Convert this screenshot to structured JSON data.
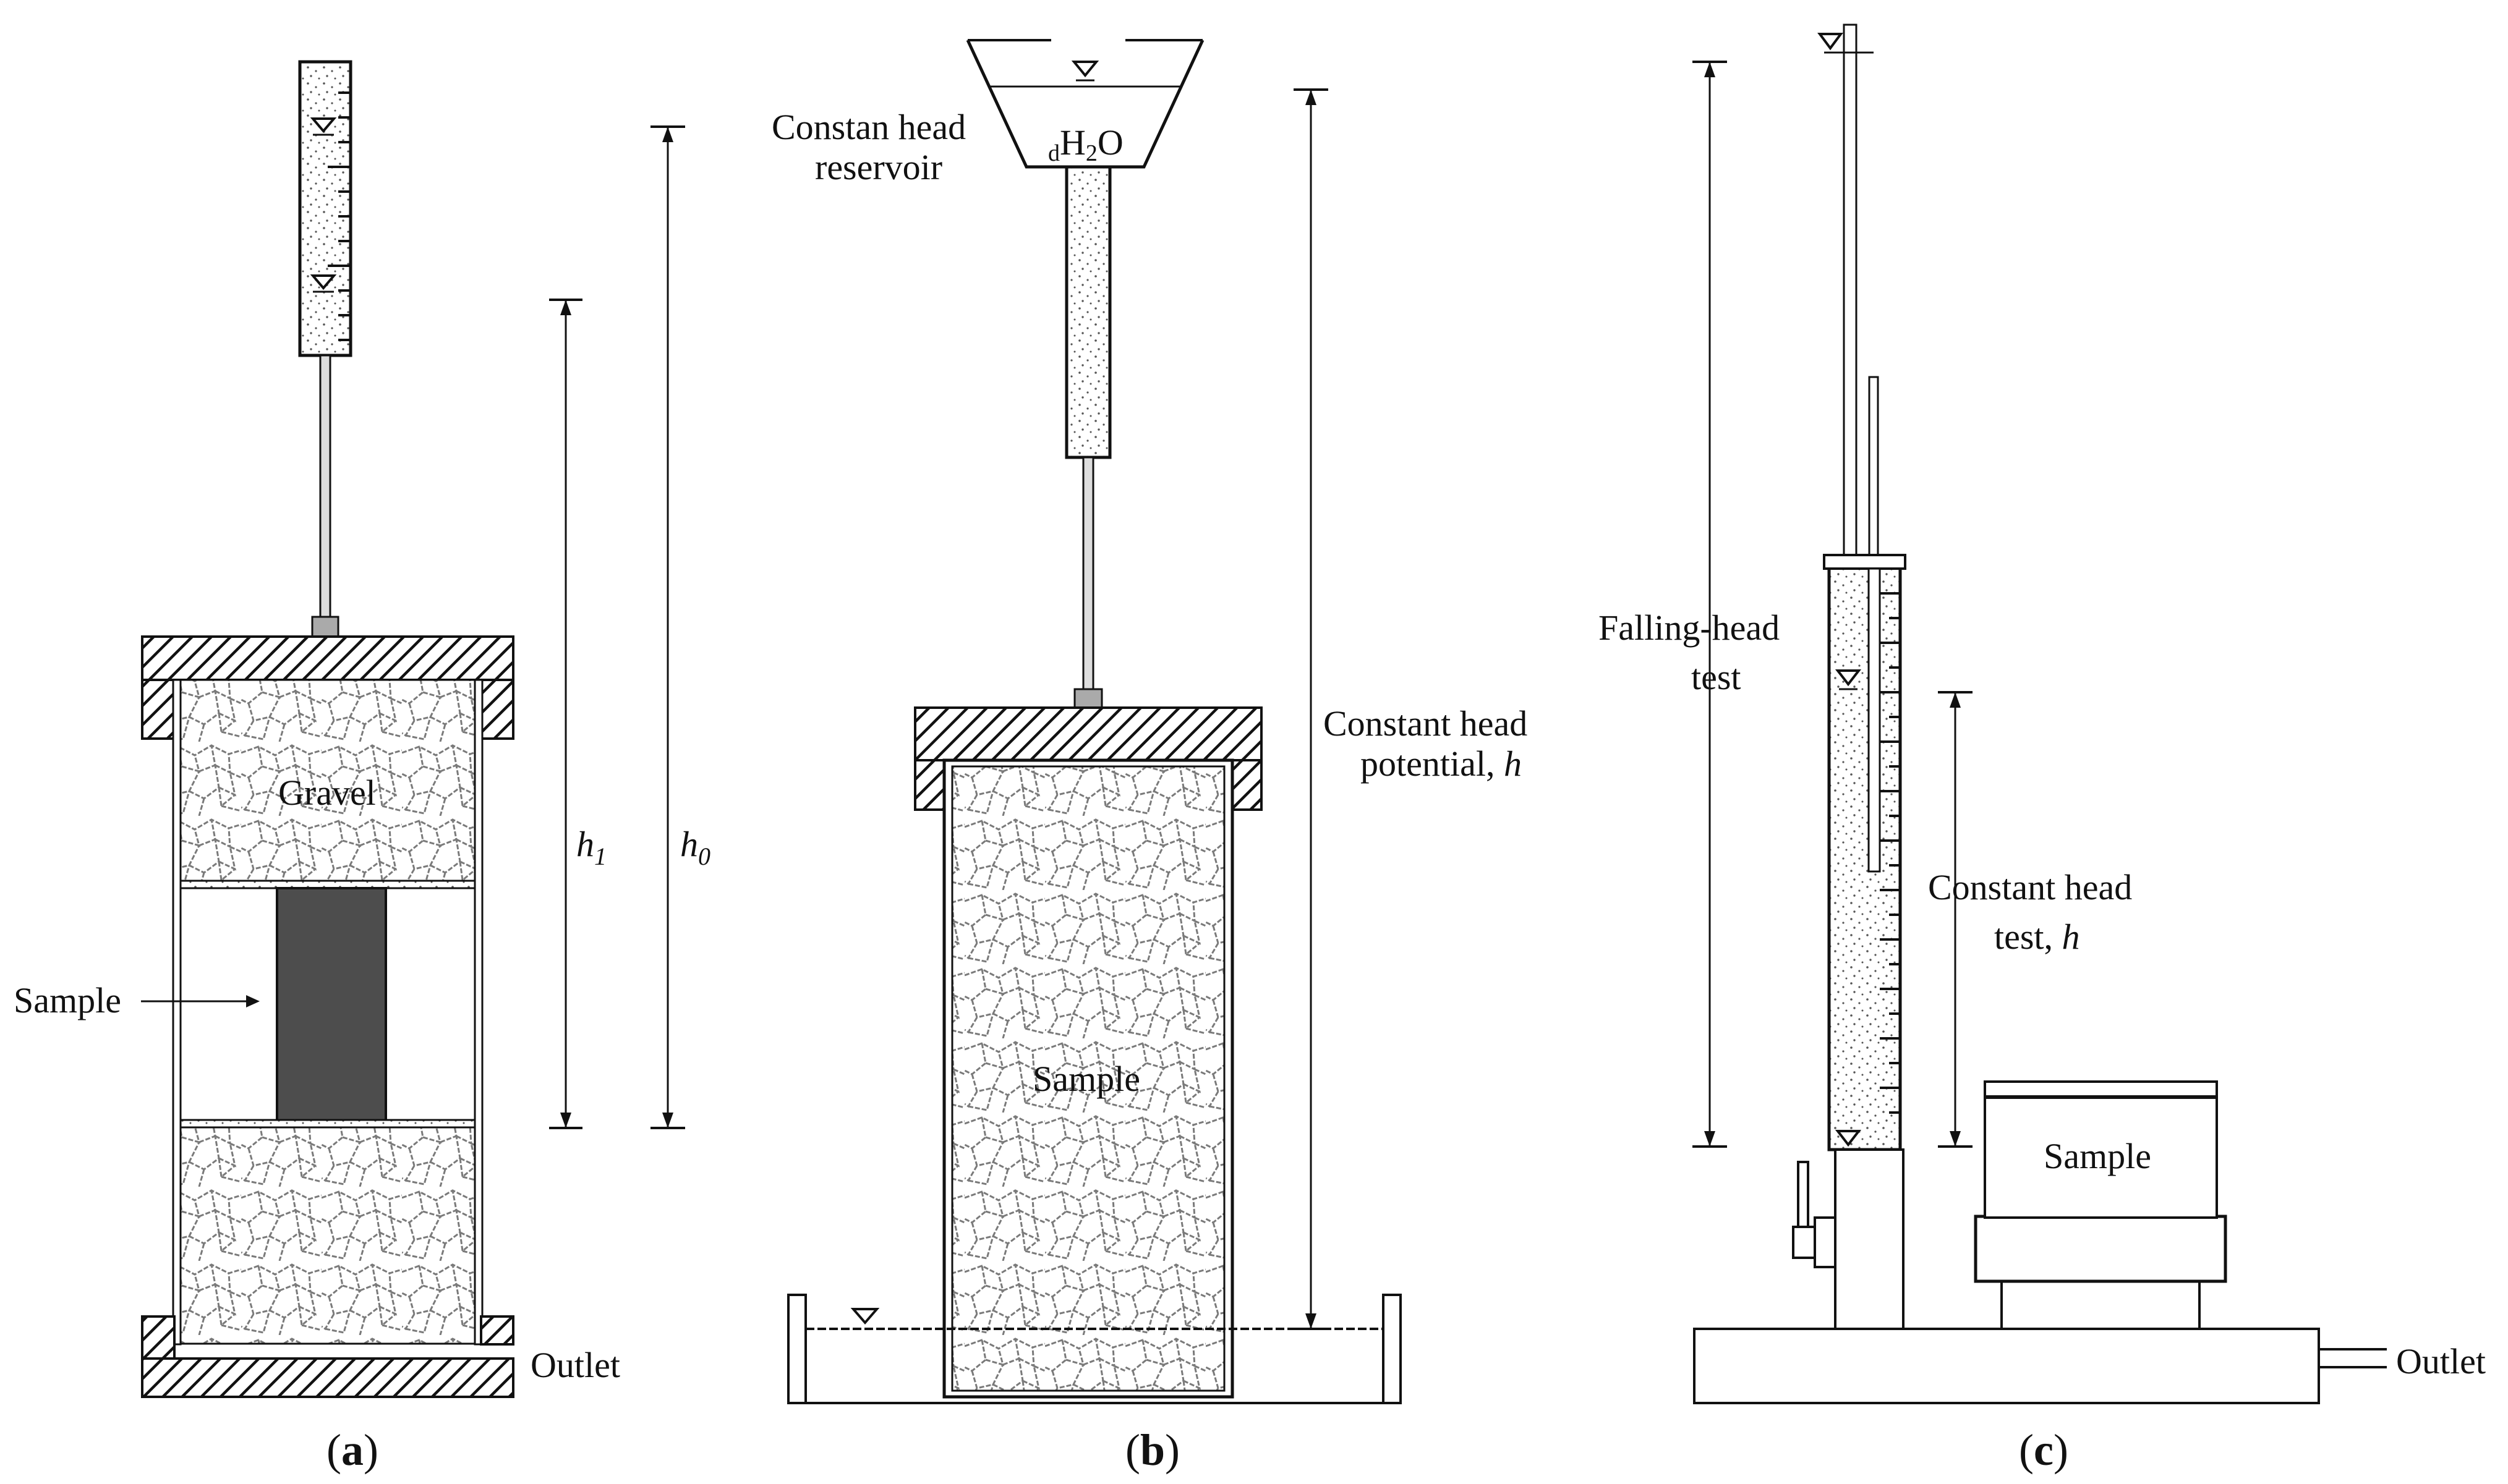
{
  "panel_a": {
    "caption_open": "(",
    "caption_letter": "a",
    "caption_close": ")",
    "gravel_label": "Gravel",
    "sample_label": "Sample",
    "outlet_label": "Outlet",
    "h1_label": "h",
    "h1_sub": "1",
    "h0_label": "h",
    "h0_sub": "0"
  },
  "panel_b": {
    "caption_open": "(",
    "caption_letter": "b",
    "caption_close": ")",
    "reservoir_line1": "Constan head",
    "reservoir_line2": "reservoir",
    "water_pre_sub": "d",
    "water_h": "H",
    "water_sub": "2",
    "water_o": "O",
    "sample_label": "Sample",
    "head_line1": "Constant head",
    "head_line2": "potential, ",
    "head_var": "h"
  },
  "panel_c": {
    "caption_open": "(",
    "caption_letter": "c",
    "caption_close": ")",
    "falling_line1": "Falling-head",
    "falling_line2": "test",
    "constant_line1": "Constant head",
    "constant_line2": "test, ",
    "constant_var": "h",
    "sample_label": "Sample",
    "outlet_label": "Outlet"
  },
  "colors": {
    "ink": "#111111",
    "sample_block": "#4d4d4d",
    "gravel_line": "#8a8a8a",
    "water_dots": "#555555"
  }
}
